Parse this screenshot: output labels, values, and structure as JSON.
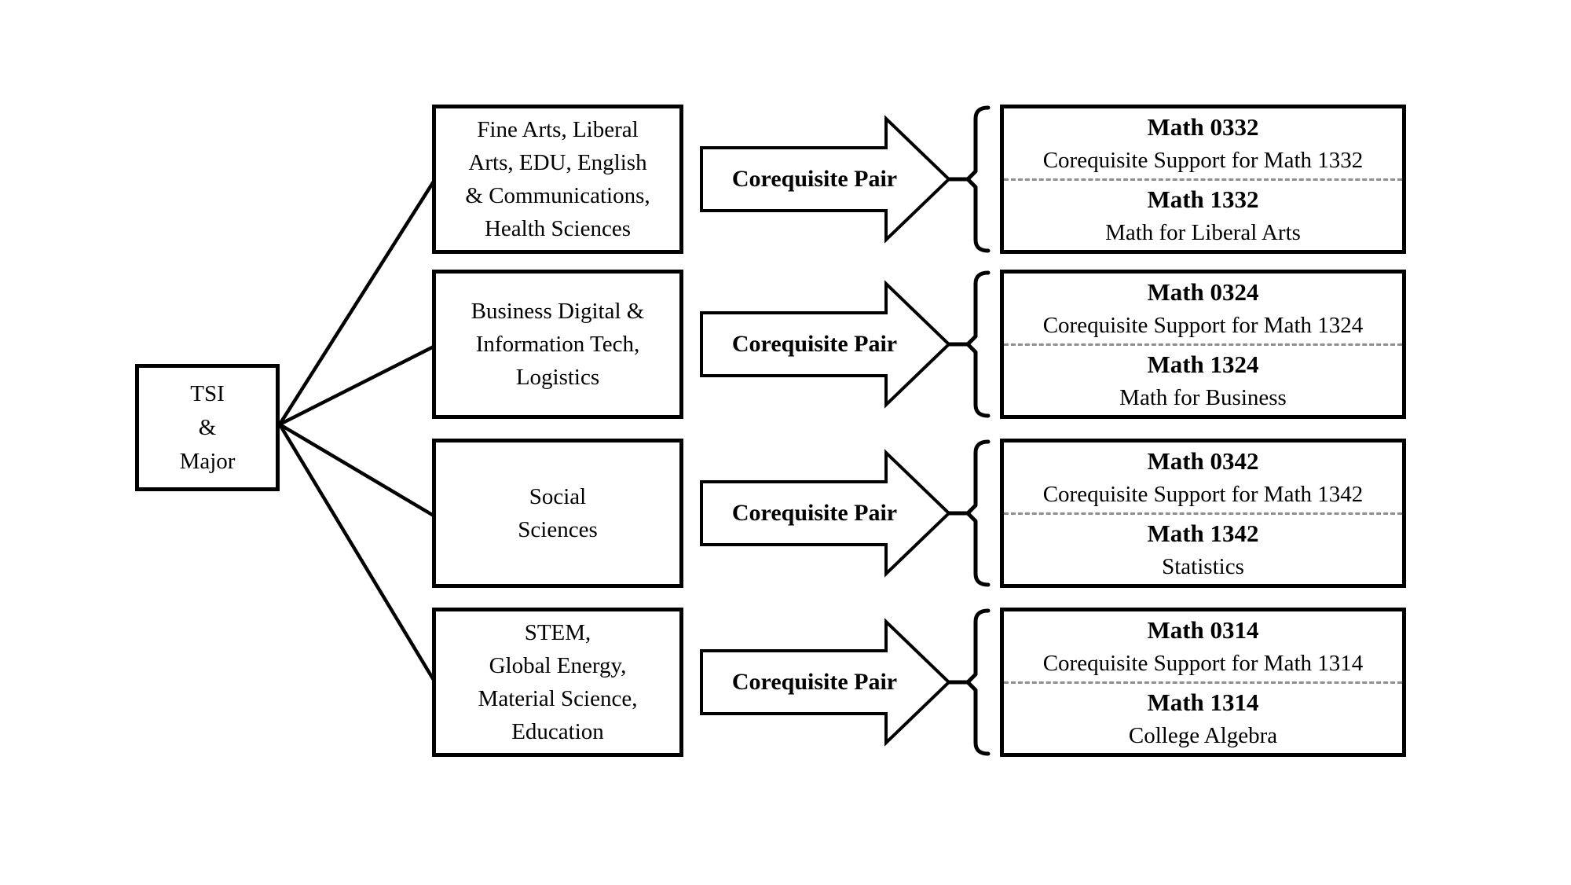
{
  "colors": {
    "line": "#000000",
    "box_background": "#ffffff",
    "divider_dashed": "#8f8f8f",
    "text": "#000000"
  },
  "root_box": {
    "lines": [
      "TSI",
      "&",
      "Major"
    ]
  },
  "rows": [
    {
      "category_lines": [
        "Fine Arts, Liberal",
        "Arts, EDU, English",
        "& Communications,",
        "Health Sciences"
      ],
      "arrow_label": "Corequisite Pair",
      "pair": {
        "support_code": "Math 0332",
        "support_title": "Corequisite Support for Math 1332",
        "course_code": "Math 1332",
        "course_title": "Math for Liberal Arts"
      }
    },
    {
      "category_lines": [
        "Business Digital &",
        "Information Tech,",
        "Logistics"
      ],
      "arrow_label": "Corequisite Pair",
      "pair": {
        "support_code": "Math 0324",
        "support_title": "Corequisite Support for Math 1324",
        "course_code": "Math 1324",
        "course_title": "Math for Business"
      }
    },
    {
      "category_lines": [
        "Social",
        "Sciences"
      ],
      "arrow_label": "Corequisite Pair",
      "pair": {
        "support_code": "Math 0342",
        "support_title": "Corequisite Support for Math 1342",
        "course_code": "Math 1342",
        "course_title": "Statistics"
      }
    },
    {
      "category_lines": [
        "STEM,",
        "Global Energy,",
        "Material Science,",
        "Education"
      ],
      "arrow_label": "Corequisite Pair",
      "pair": {
        "support_code": "Math 0314",
        "support_title": "Corequisite Support for Math 1314",
        "course_code": "Math 1314",
        "course_title": "College Algebra"
      }
    }
  ]
}
